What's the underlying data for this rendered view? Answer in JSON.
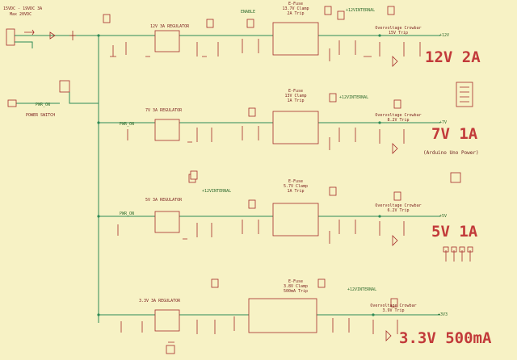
{
  "input": {
    "voltage": "15VDC - 19VDC 3A",
    "max": "Max 20VDC",
    "switch_label": "POWER SWITCH",
    "pwr_on": "PWR_ON"
  },
  "rails": [
    {
      "id": "12v",
      "regulator": "12V 3A REGULATOR",
      "efuse": [
        "E-Fuse",
        "13.7V Clamp",
        "2A Trip"
      ],
      "crowbar": [
        "Overvoltage Crowbar",
        "15V Trip"
      ],
      "net": "+12V",
      "big_label": "12V 2A"
    },
    {
      "id": "7v",
      "regulator": "7V 3A REGULATOR",
      "efuse": [
        "E-Fuse",
        "13V Clamp",
        "1A Trip"
      ],
      "crowbar": [
        "Overvoltage Crowbar",
        "8.2V Trip"
      ],
      "net": "+7V",
      "big_label": "7V 1A",
      "note": "(Arduino Uno Power)"
    },
    {
      "id": "5v",
      "regulator": "5V 3A REGULATOR",
      "efuse": [
        "E-Fuse",
        "5.7V Clamp",
        "1A Trip"
      ],
      "crowbar": [
        "Overvoltage Crowbar",
        "6.2V Trip"
      ],
      "net": "+5V",
      "big_label": "5V 1A"
    },
    {
      "id": "3v3",
      "regulator": "3.3V 3A REGULATOR",
      "efuse": [
        "E-Fuse",
        "3.8V Clamp",
        "500mA Trip"
      ],
      "crowbar": [
        "Overvoltage Crowbar",
        "3.9V Trip"
      ],
      "net": "+3V3",
      "big_label": "3.3V 500mA"
    }
  ],
  "nets": {
    "vinternal": "+12VINTERNAL",
    "enable": "ENABLE",
    "pwr_on": "PWR_ON"
  },
  "colors": {
    "background": "#f7f2c5",
    "wire": "#2e8b57",
    "part": "#a52a2a",
    "big_label": "#c23a3a"
  }
}
